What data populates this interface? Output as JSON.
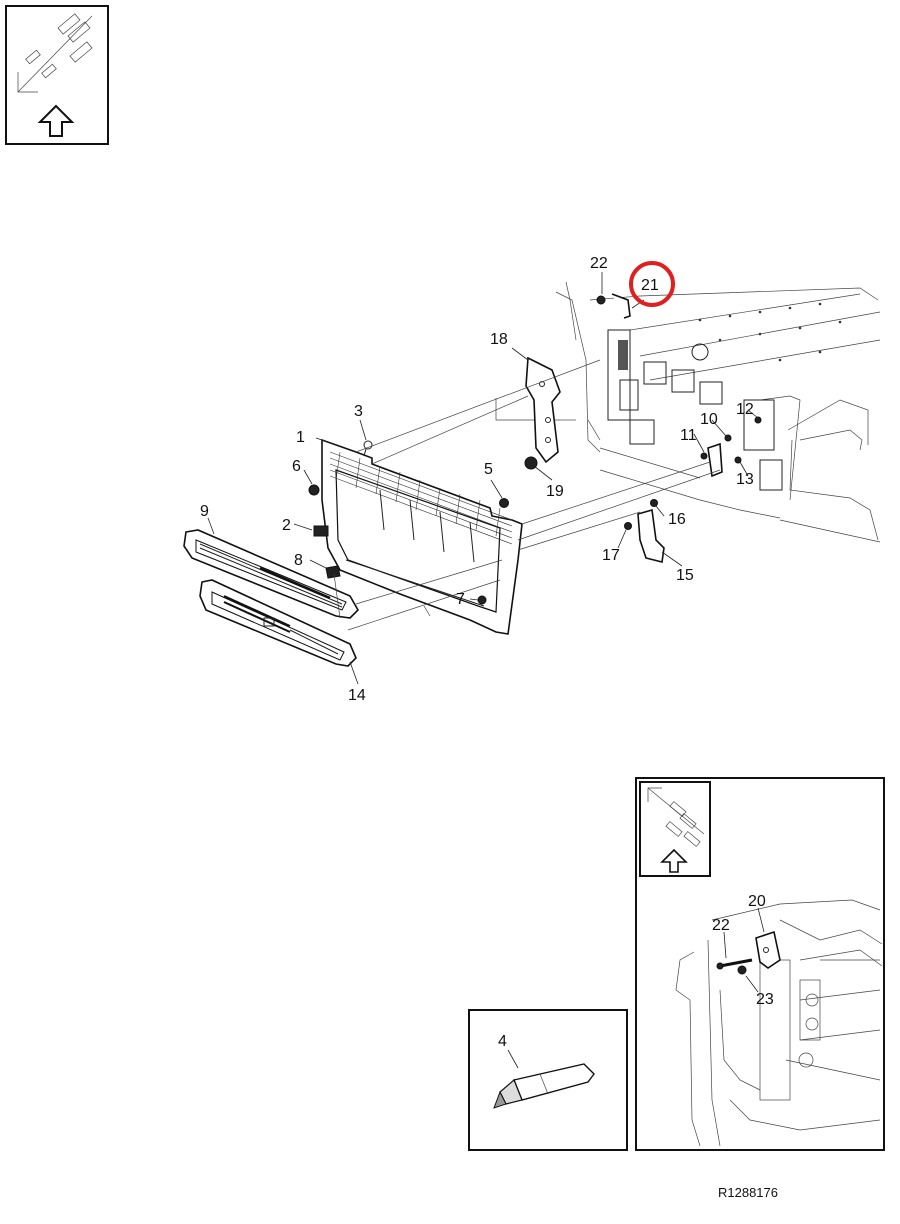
{
  "reference_code": "R1288176",
  "callouts": {
    "c1": "1",
    "c2": "2",
    "c3": "3",
    "c5": "5",
    "c6": "6",
    "c7": "7",
    "c8": "8",
    "c9": "9",
    "c10": "10",
    "c11": "11",
    "c12": "12",
    "c13": "13",
    "c14": "14",
    "c15": "15",
    "c16": "16",
    "c17": "17",
    "c18": "18",
    "c19": "19",
    "c21": "21",
    "c22": "22"
  },
  "inset_detail": {
    "c20": "20",
    "c22": "22",
    "c23": "23"
  },
  "inset_sealant": {
    "c4": "4"
  },
  "highlight_color": "#e02020",
  "icons": [
    "direction-arrow-icon",
    "up-arrow-icon",
    "sealant-tube-icon"
  ]
}
